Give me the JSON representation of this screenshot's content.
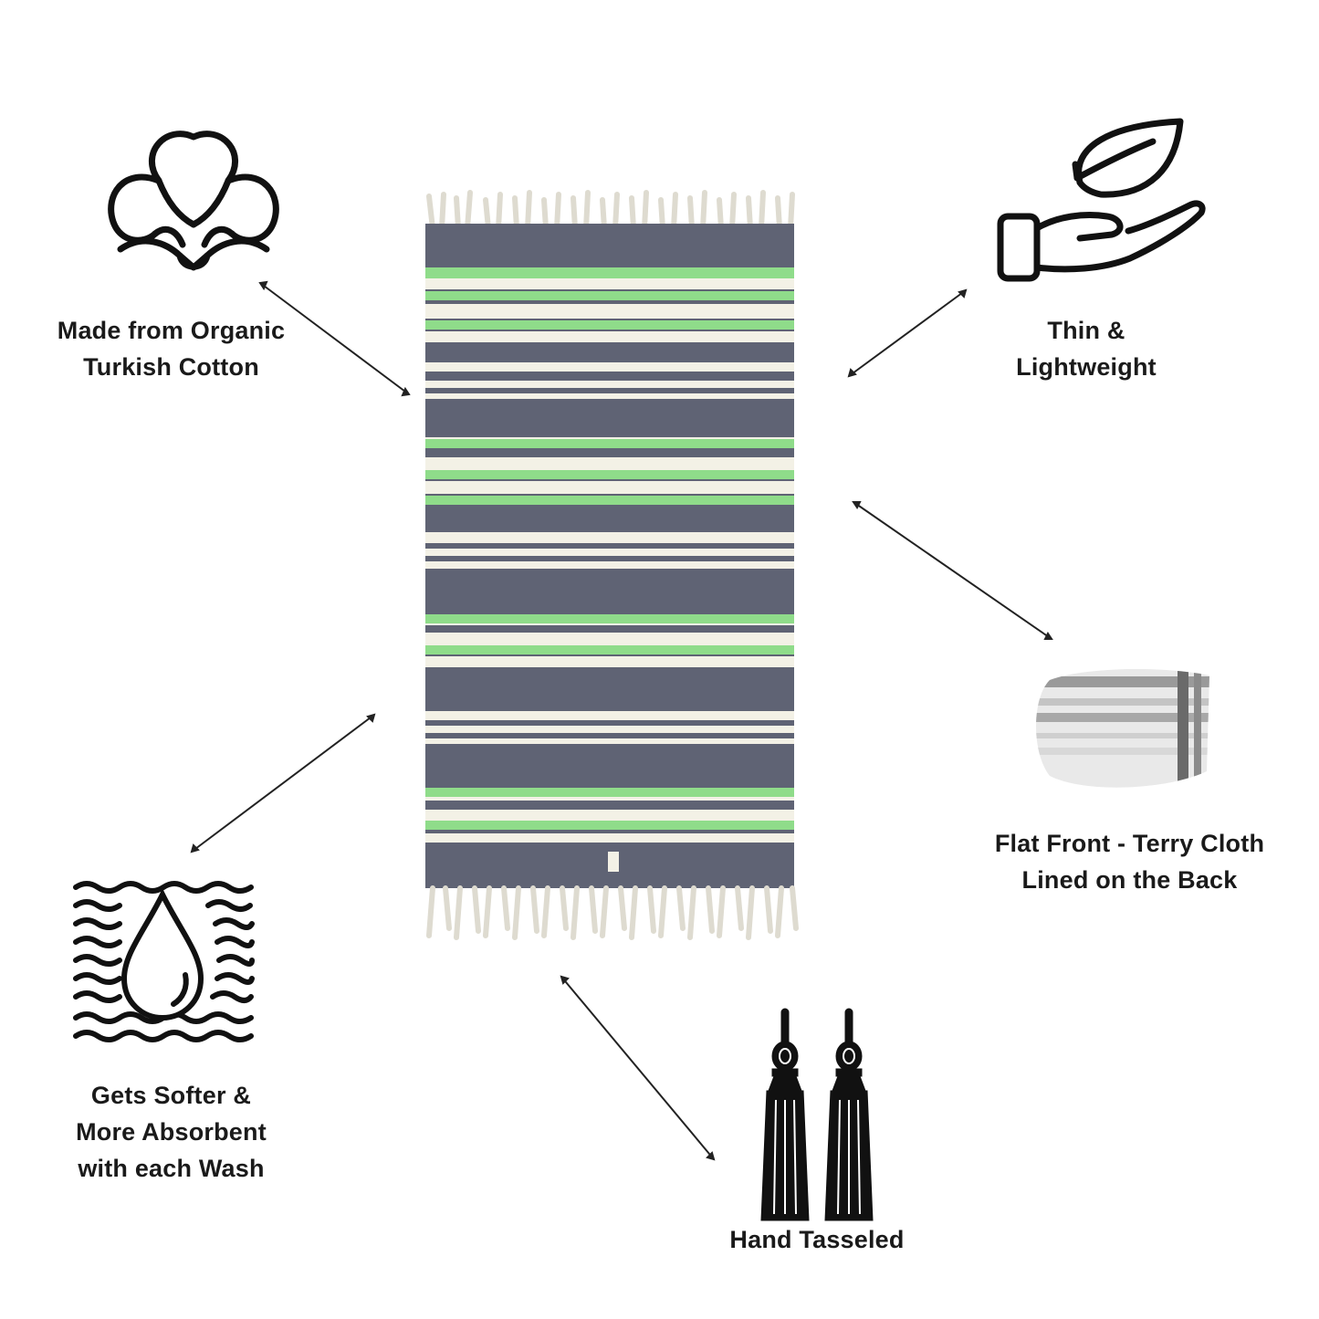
{
  "features": {
    "cotton": {
      "icon": "cotton-boll-icon",
      "line1": "Made from Organic",
      "line2": "Turkish Cotton"
    },
    "lightweight": {
      "icon": "leaf-hand-icon",
      "line1": "Thin &",
      "line2": "Lightweight"
    },
    "terry": {
      "icon": "terry-cloth-swatch",
      "line1": "Flat Front  - Terry Cloth",
      "line2": "Lined on the Back"
    },
    "absorbent": {
      "icon": "water-drop-waves-icon",
      "line1": "Gets Softer &",
      "line2": "More Absorbent",
      "line3": "with each Wash"
    },
    "tasseled": {
      "icon": "tassel-icon",
      "line1": "Hand Tasseled"
    }
  },
  "colors": {
    "towel_gray": "#5f6374",
    "towel_green": "#8fdc8a",
    "towel_cream": "#f3f1e6",
    "ink": "#1a1a1a"
  }
}
